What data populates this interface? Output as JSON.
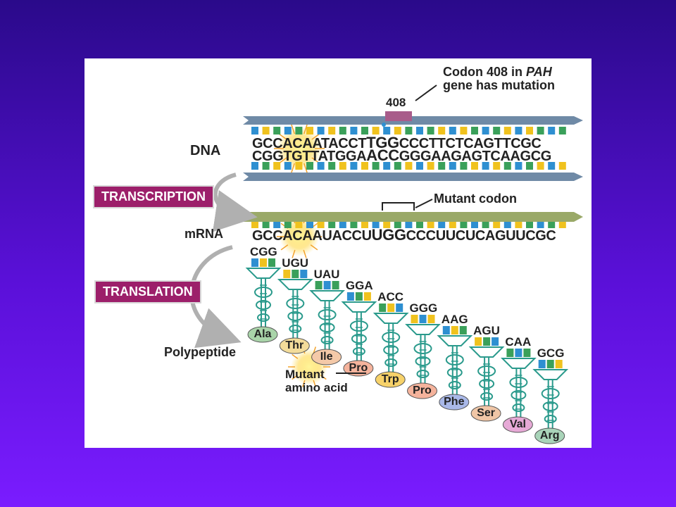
{
  "labels": {
    "codon_note_line1": "Codon 408 in",
    "codon_note_gene": "PAH",
    "codon_note_line2": "gene has mutation",
    "codon_number": "408",
    "dna": "DNA",
    "transcription": "TRANSCRIPTION",
    "mutant_codon": "Mutant codon",
    "mrna": "mRNA",
    "translation": "TRANSLATION",
    "polypeptide": "Polypeptide",
    "mutant_aa_line1": "Mutant",
    "mutant_aa_line2": "amino acid"
  },
  "dna": {
    "top_left": "GCCACAATACCT",
    "top_mut": "TGG",
    "top_right": "CCCTTCTCAGTTCGC",
    "bottom_left": "CGGTGTTATGGA",
    "bottom_mut": "ACC",
    "bottom_right": "GGGAAGAGTCAAGCG"
  },
  "mrna": {
    "left": "GCCACAAUACCU",
    "mut": "UGG",
    "right": "CCCUUCUCAGUUCGC"
  },
  "trnas": [
    {
      "anticodon": "CGG",
      "amino": "Ala",
      "color": "#a9d4a9"
    },
    {
      "anticodon": "UGU",
      "amino": "Thr",
      "color": "#f3dc9a"
    },
    {
      "anticodon": "UAU",
      "amino": "Ile",
      "color": "#f4c9a8"
    },
    {
      "anticodon": "GGA",
      "amino": "Pro",
      "color": "#f5b39c"
    },
    {
      "anticodon": "ACC",
      "amino": "Trp",
      "color": "#f7d26a"
    },
    {
      "anticodon": "GGG",
      "amino": "Pro",
      "color": "#f5b39c"
    },
    {
      "anticodon": "AAG",
      "amino": "Phe",
      "color": "#a9b8e8"
    },
    {
      "anticodon": "AGU",
      "amino": "Ser",
      "color": "#f0c6a6"
    },
    {
      "anticodon": "CAA",
      "amino": "Val",
      "color": "#e6a9d6"
    },
    {
      "anticodon": "GCG",
      "amino": "Arg",
      "color": "#a9d4b9"
    }
  ],
  "colors": {
    "dna_backbone": "#6f8aa6",
    "mrna_backbone": "#9aa968",
    "label_box": "#9c1f6a",
    "trna_body": "#2a9a8c",
    "codon_marker": "#a85c8a"
  }
}
